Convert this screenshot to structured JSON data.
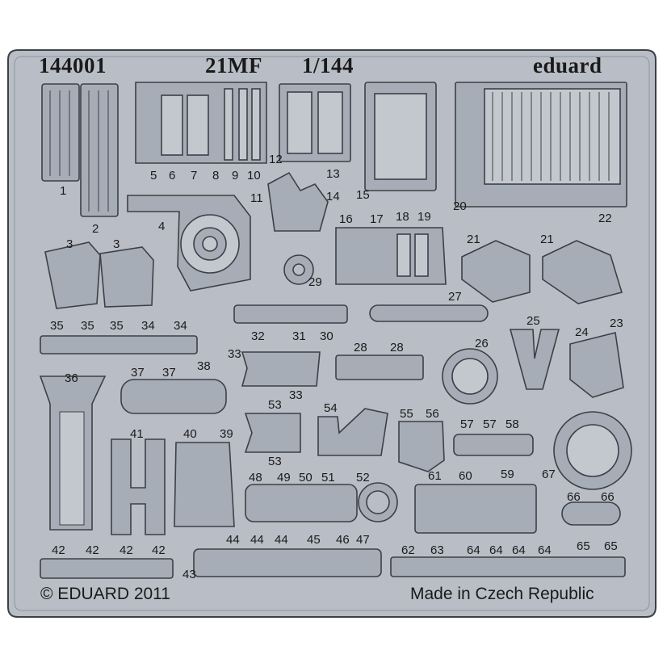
{
  "header": {
    "code": "144001",
    "model": "21MF",
    "scale": "1/144",
    "brand": "eduard"
  },
  "footer": {
    "copyright": "© EDUARD 2011",
    "origin": "Made in Czech Republic"
  },
  "colors": {
    "fret": "#b9bec6",
    "part_fill": "#a7adb6",
    "part_edge": "#3c4046",
    "text": "#1a1a1a"
  },
  "part_numbers": [
    "1",
    "2",
    "3",
    "3",
    "4",
    "5",
    "6",
    "7",
    "8",
    "9",
    "10",
    "11",
    "12",
    "13",
    "14",
    "15",
    "16",
    "17",
    "18",
    "19",
    "20",
    "21",
    "21",
    "22",
    "23",
    "24",
    "25",
    "26",
    "27",
    "28",
    "28",
    "29",
    "30",
    "31",
    "32",
    "33",
    "33",
    "34",
    "34",
    "35",
    "35",
    "35",
    "36",
    "37",
    "37",
    "38",
    "39",
    "40",
    "41",
    "42",
    "42",
    "42",
    "42",
    "43",
    "44",
    "44",
    "44",
    "45",
    "46",
    "47",
    "48",
    "49",
    "50",
    "51",
    "52",
    "53",
    "53",
    "54",
    "55",
    "56",
    "57",
    "57",
    "58",
    "59",
    "60",
    "61",
    "62",
    "63",
    "64",
    "64",
    "64",
    "64",
    "65",
    "65",
    "66",
    "66",
    "67"
  ]
}
